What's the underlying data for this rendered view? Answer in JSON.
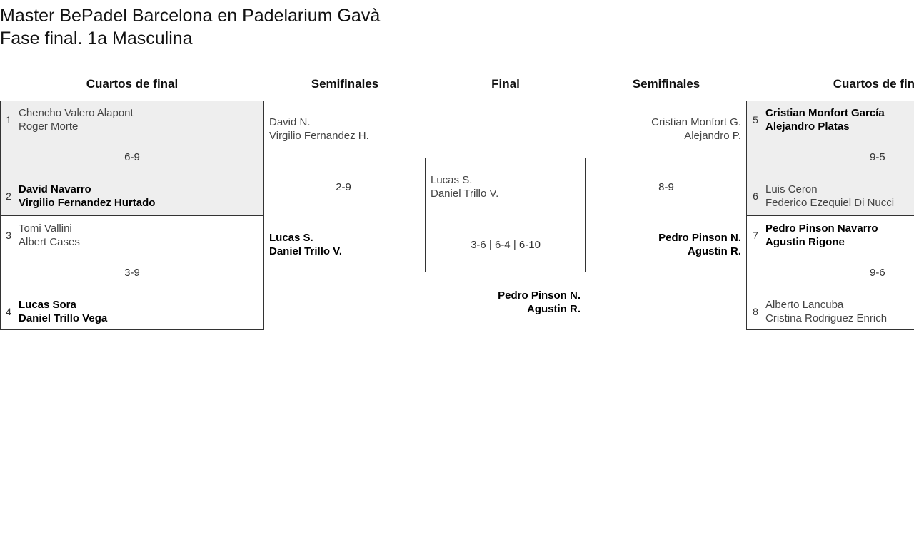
{
  "tournament": {
    "title_line_1": "Master BePadel Barcelona en Padelarium Gavà",
    "title_line_2": "Fase final. 1a Masculina"
  },
  "round_headers": {
    "quarterfinals_left": "Cuartos de final",
    "semifinals_left": "Semifinales",
    "final": "Final",
    "semifinals_right": "Semifinales",
    "quarterfinals_right": "Cuartos de final"
  },
  "colors": {
    "shaded_box_background": "#eeeeee",
    "box_border": "#333333",
    "winner_text": "#000000",
    "loser_text": "#444444",
    "score_text": "#333333",
    "page_background": "#ffffff"
  },
  "bracket": {
    "quarterfinals_left": [
      {
        "match_id": "qf1",
        "score": "6-9",
        "shaded": true,
        "top": {
          "seed": "1",
          "player_1": "Chencho Valero Alapont",
          "player_2": "Roger Morte",
          "result": "loser"
        },
        "bottom": {
          "seed": "2",
          "player_1": "David Navarro",
          "player_2": "Virgilio Fernandez Hurtado",
          "result": "winner"
        }
      },
      {
        "match_id": "qf2",
        "score": "3-9",
        "shaded": false,
        "top": {
          "seed": "3",
          "player_1": "Tomi Vallini",
          "player_2": "Albert Cases",
          "result": "loser"
        },
        "bottom": {
          "seed": "4",
          "player_1": "Lucas Sora",
          "player_2": "Daniel Trillo Vega",
          "result": "winner"
        }
      }
    ],
    "quarterfinals_right": [
      {
        "match_id": "qf3",
        "score": "9-5",
        "shaded": true,
        "top": {
          "seed": "5",
          "player_1": "Cristian Monfort García",
          "player_2": "Alejandro Platas",
          "result": "winner"
        },
        "bottom": {
          "seed": "6",
          "player_1": "Luis Ceron",
          "player_2": "Federico Ezequiel Di Nucci",
          "result": "loser"
        }
      },
      {
        "match_id": "qf4",
        "score": "9-6",
        "shaded": false,
        "top": {
          "seed": "7",
          "player_1": "Pedro Pinson Navarro",
          "player_2": "Agustin Rigone",
          "result": "winner"
        },
        "bottom": {
          "seed": "8",
          "player_1": "Alberto Lancuba",
          "player_2": "Cristina Rodriguez Enrich",
          "result": "loser"
        }
      }
    ],
    "semifinal_left": {
      "match_id": "sf-left",
      "score": "2-9",
      "top": {
        "player_1": "David N.",
        "player_2": "Virgilio Fernandez H.",
        "result": "loser"
      },
      "bottom": {
        "player_1": "Lucas S.",
        "player_2": "Daniel Trillo V.",
        "result": "winner"
      }
    },
    "semifinal_right": {
      "match_id": "sf-right",
      "score": "8-9",
      "top": {
        "player_1": "Cristian Monfort G.",
        "player_2": "Alejandro P.",
        "result": "loser"
      },
      "bottom": {
        "player_1": "Pedro Pinson N.",
        "player_2": "Agustin R.",
        "result": "winner"
      }
    },
    "final": {
      "match_id": "final",
      "score": "3-6 | 6-4 | 6-10",
      "left": {
        "player_1": "Lucas S.",
        "player_2": "Daniel Trillo V.",
        "result": "loser"
      },
      "right": {
        "player_1": "Pedro Pinson N.",
        "player_2": "Agustin R.",
        "result": "winner"
      }
    }
  }
}
